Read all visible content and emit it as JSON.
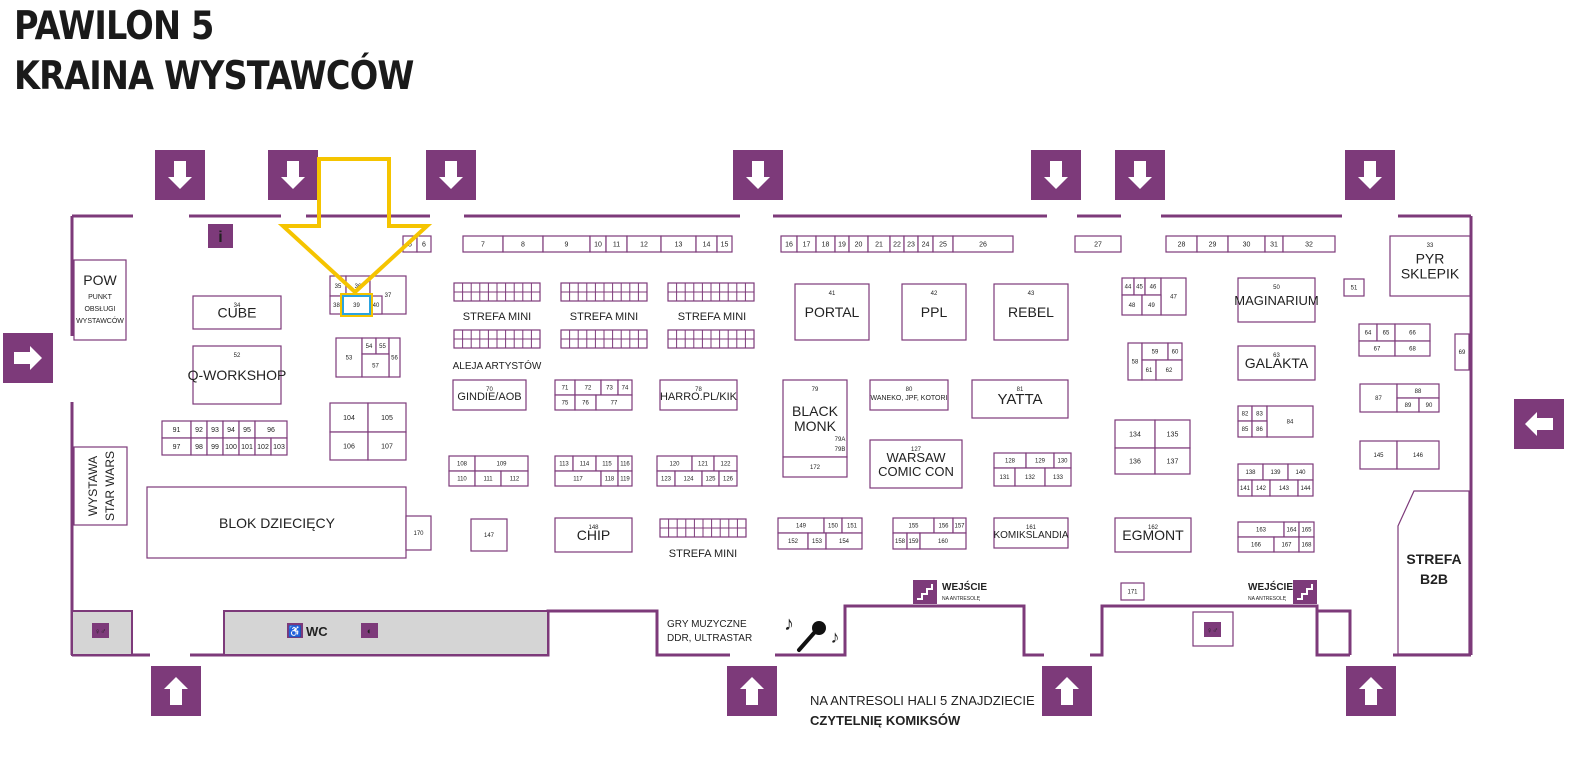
{
  "header": {
    "title_line1": "PAWILON 5",
    "title_line2": "KRAINA WYSTAWCÓW"
  },
  "colors": {
    "brand_purple": "#7d3a7a",
    "highlight_yellow": "#f5c400",
    "highlight_blue": "#2aa3e0",
    "grey_area": "#d5d5d5"
  },
  "icons": {
    "entrance_arrow": "arrow-icon",
    "info": "info-icon",
    "toilet": "toilet-icon",
    "accessible": "wheelchair-icon",
    "stairs": "stairs-icon",
    "karaoke": "microphone-icon"
  },
  "highlight": {
    "stand": "39"
  },
  "areas": {
    "pow": {
      "big": "POW",
      "small1": "PUNKT",
      "small2": "OBSŁUGI",
      "small3": "WYSTAWCÓW"
    },
    "info": "i",
    "star_wars_1": "WYSTAWA",
    "star_wars_2": "STAR WARS",
    "kids": "BLOK DZIECIĘCY",
    "wc": "WC",
    "gry1": "GRY MUZYCZNE",
    "gry2": "DDR, ULTRASTAR",
    "strefa_mini": "STREFA MINI",
    "aleja": "ALEJA ARTYSTÓW",
    "b2b1": "STREFA",
    "b2b2": "B2B",
    "wejscie": "WEJŚCIE",
    "na_antresole": "NA ANTRESOLĘ",
    "bottom_note_1": "NA ANTRESOLI HALI 5 ZNAJDZIECIE",
    "bottom_note_2": "CZYTELNIĘ KOMIKSÓW"
  },
  "named_stands": [
    {
      "no": "34",
      "name": "CUBE"
    },
    {
      "no": "52",
      "name": "Q-WORKSHOP"
    },
    {
      "no": "41",
      "name": "PORTAL"
    },
    {
      "no": "42",
      "name": "PPL"
    },
    {
      "no": "43",
      "name": "REBEL"
    },
    {
      "no": "50",
      "name": "MAGINARIUM"
    },
    {
      "no": "63",
      "name": "GALAKTA"
    },
    {
      "no": "33",
      "name": "PYR SKLEPIK"
    },
    {
      "no": "70",
      "name": "GINDIE/AOB"
    },
    {
      "no": "78",
      "name": "HARRO.PL/KIK"
    },
    {
      "no": "79",
      "name": "BLACK MONK"
    },
    {
      "no": "80",
      "name": "WANEKO, JPF, KOTORI"
    },
    {
      "no": "81",
      "name": "YATTA"
    },
    {
      "no": "127",
      "name": "WARSAW COMIC CON"
    },
    {
      "no": "148",
      "name": "CHIP"
    },
    {
      "no": "161",
      "name": "KOMIKSLANDIA"
    },
    {
      "no": "162",
      "name": "EGMONT"
    }
  ],
  "numbered_stands": [
    "5",
    "6",
    "7",
    "8",
    "9",
    "10",
    "11",
    "12",
    "13",
    "14",
    "15",
    "16",
    "17",
    "18",
    "19",
    "20",
    "21",
    "22",
    "23",
    "24",
    "25",
    "26",
    "27",
    "28",
    "29",
    "30",
    "31",
    "32",
    "35",
    "36",
    "37",
    "38",
    "39",
    "40",
    "44",
    "45",
    "46",
    "47",
    "48",
    "49",
    "51",
    "53",
    "54",
    "55",
    "56",
    "57",
    "58",
    "59",
    "60",
    "61",
    "62",
    "64",
    "65",
    "66",
    "67",
    "68",
    "69",
    "71",
    "72",
    "73",
    "74",
    "75",
    "76",
    "77",
    "79A",
    "79B",
    "82",
    "83",
    "84",
    "85",
    "86",
    "87",
    "88",
    "89",
    "90",
    "91",
    "92",
    "93",
    "94",
    "95",
    "96",
    "97",
    "98",
    "99",
    "100",
    "101",
    "102",
    "103",
    "104",
    "105",
    "106",
    "107",
    "108",
    "109",
    "110",
    "111",
    "112",
    "113",
    "114",
    "115",
    "116",
    "117",
    "118",
    "119",
    "120",
    "121",
    "122",
    "123",
    "124",
    "125",
    "126",
    "128",
    "129",
    "130",
    "131",
    "132",
    "133",
    "134",
    "135",
    "136",
    "137",
    "138",
    "139",
    "140",
    "141",
    "142",
    "143",
    "144",
    "145",
    "146",
    "147",
    "149",
    "150",
    "151",
    "152",
    "153",
    "154",
    "155",
    "156",
    "157",
    "158",
    "159",
    "160",
    "163",
    "164",
    "165",
    "166",
    "167",
    "168",
    "170",
    "171",
    "172"
  ]
}
